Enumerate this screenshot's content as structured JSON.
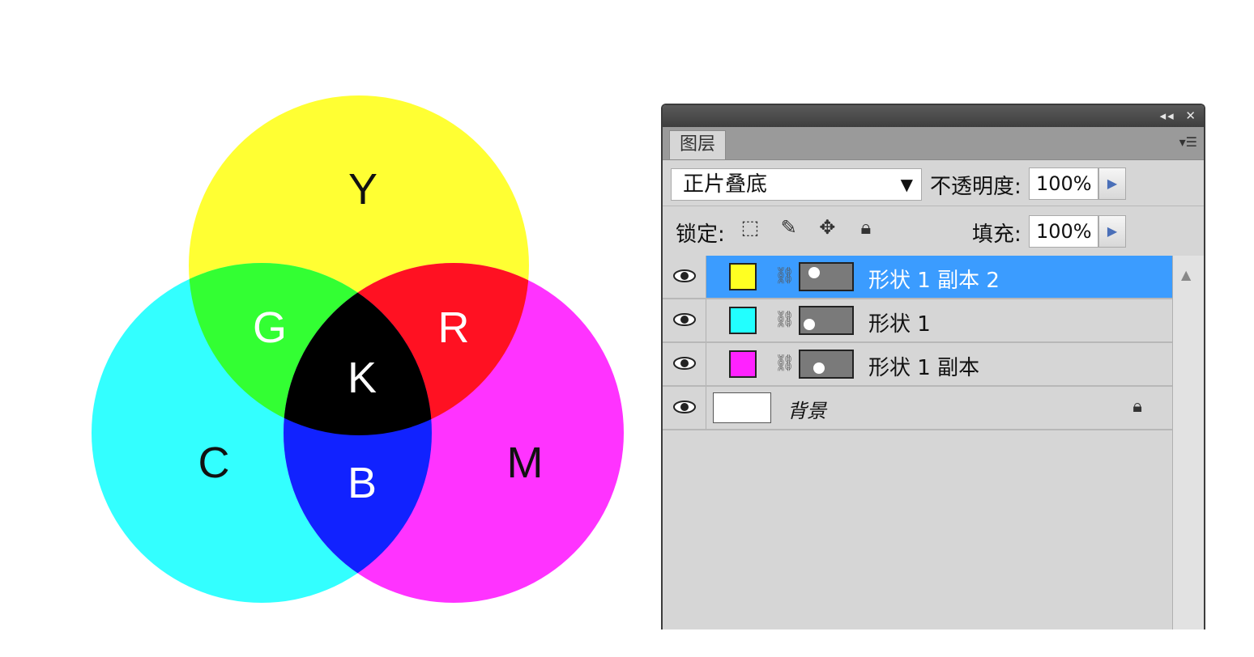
{
  "diagram": {
    "labels": {
      "yellow": "Y",
      "cyan": "C",
      "magenta": "M",
      "green": "G",
      "red": "R",
      "blue": "B",
      "black": "K"
    },
    "colors": {
      "yellow": "#ffff33",
      "cyan": "#33ffff",
      "magenta": "#ff33ff",
      "green": "#33ff33",
      "red": "#ff1122",
      "blue": "#1122ff",
      "black": "#000000"
    }
  },
  "panel": {
    "tab_label": "图层",
    "blend_mode": "正片叠底",
    "opacity_label": "不透明度:",
    "opacity_value": "100%",
    "lock_label": "锁定:",
    "fill_label": "填充:",
    "fill_value": "100%",
    "layers": [
      {
        "name": "形状 1 副本 2",
        "swatch": "#ffff22",
        "selected": true
      },
      {
        "name": "形状 1",
        "swatch": "#22ffff",
        "selected": false
      },
      {
        "name": "形状 1 副本",
        "swatch": "#ff22ff",
        "selected": false
      }
    ],
    "background_layer": "背景"
  },
  "icons": [
    "collapse-icon",
    "close-icon",
    "panel-menu-icon",
    "dropdown-caret-icon",
    "arrow-right-icon",
    "lock-transparent-icon",
    "brush-icon",
    "move-icon",
    "lock-icon",
    "eye-icon",
    "link-icon",
    "scroll-up-icon"
  ]
}
